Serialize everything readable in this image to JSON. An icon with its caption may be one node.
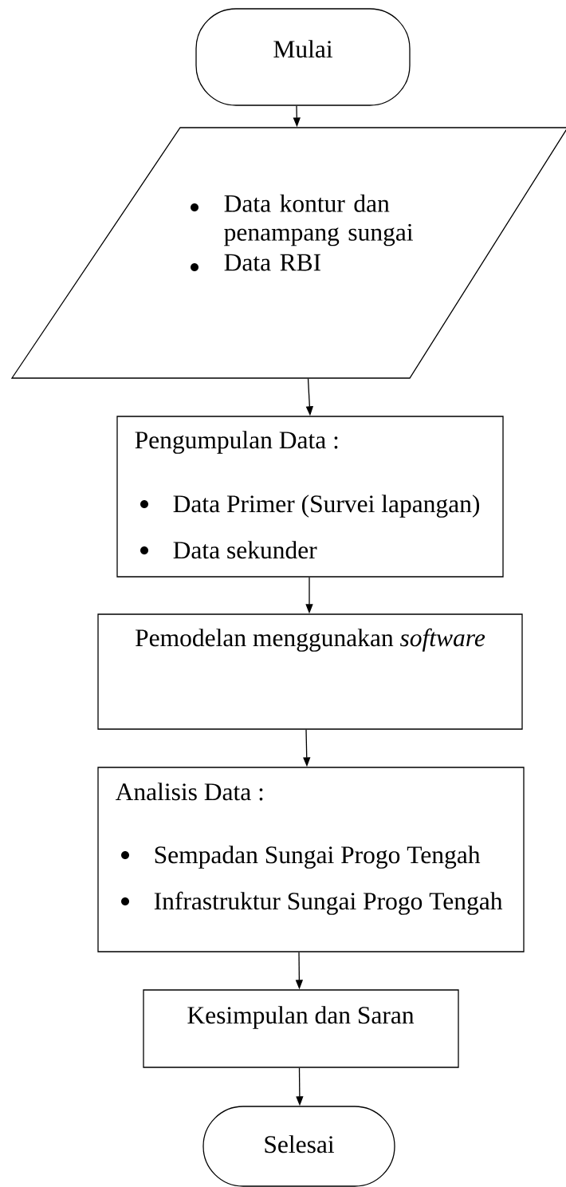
{
  "diagram": {
    "nodes": [
      {
        "text": [
          "Mulai"
        ]
      },
      {
        "text": [
          "Data kontur dan penampang sungai",
          "Data RBI"
        ]
      },
      {
        "text": [
          "Pengumpulan Data :",
          "Data Primer (Survei lapangan)",
          "Data sekunder"
        ]
      },
      {
        "text": [
          "Pemodelan menggunakan *software*"
        ]
      },
      {
        "text": [
          "Analisis Data :",
          "Sempadan Sungai Progo Tengah",
          "Infrastruktur Sungai Progo Tengah"
        ]
      },
      {
        "text": [
          "Kesimpulan dan Saran"
        ]
      },
      {
        "text": [
          "Selesai"
        ]
      }
    ],
    "edges": [
      {
        "from": 0,
        "to": 1,
        "arrow": "to"
      },
      {
        "from": 1,
        "to": 2,
        "arrow": "to"
      },
      {
        "from": 2,
        "to": 3,
        "arrow": "to"
      },
      {
        "from": 3,
        "to": 4,
        "arrow": "to"
      },
      {
        "from": 4,
        "to": 5,
        "arrow": "to"
      },
      {
        "from": 5,
        "to": 6,
        "arrow": "to"
      }
    ]
  }
}
